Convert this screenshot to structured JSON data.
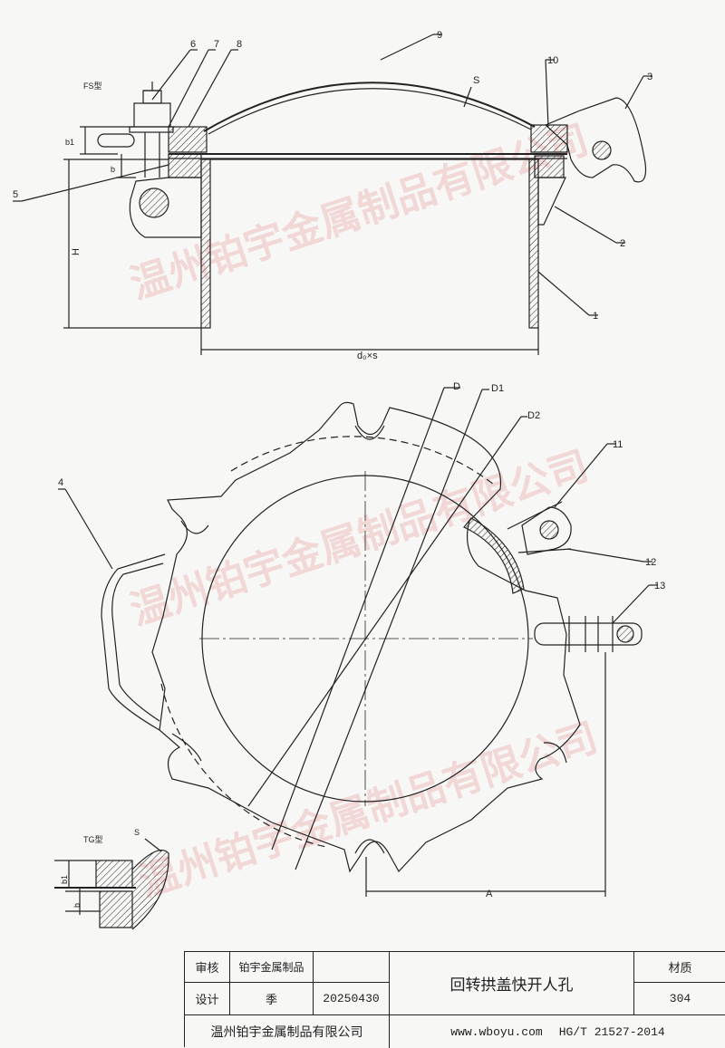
{
  "drawing": {
    "type_fs": "FS型",
    "type_tg": "TG型",
    "dim_b1": "b1",
    "dim_b": "b",
    "dim_h": "H",
    "dim_dxs": "d₀×s",
    "dim_s": "S",
    "dim_a": "A",
    "dia_d": "D",
    "dia_d1": "D1",
    "dia_d2": "D2",
    "parts": [
      "1",
      "2",
      "3",
      "4",
      "5",
      "6",
      "7",
      "8",
      "9",
      "10",
      "11",
      "12",
      "13"
    ],
    "watermark": "温州铂宇金属制品有限公司"
  },
  "title_block": {
    "review_label": "审核",
    "review_value": "铂宇金属制品",
    "design_label": "设计",
    "design_value": "季",
    "date": "20250430",
    "product_name": "回转拱盖快开人孔",
    "material_label": "材质",
    "material_value": "304",
    "company": "温州铂宇金属制品有限公司",
    "website": "www.wboyu.com",
    "standard": "HG/T 21527-2014"
  }
}
